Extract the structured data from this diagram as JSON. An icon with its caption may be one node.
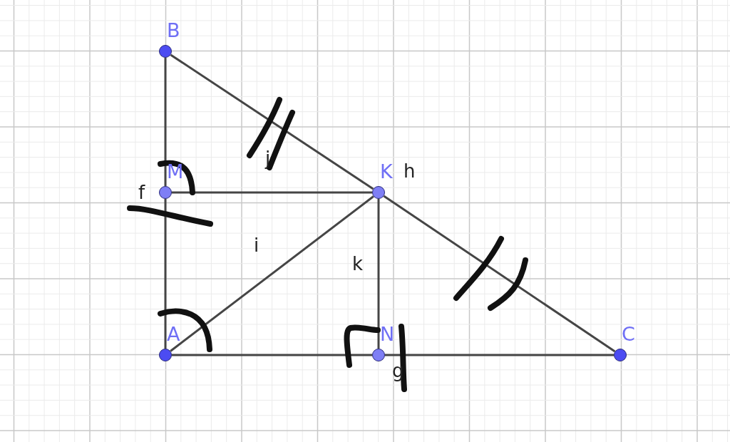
{
  "diagram": {
    "nodes": [
      {
        "text": [
          "B"
        ]
      },
      {
        "text": [
          "M"
        ]
      },
      {
        "text": [
          "K"
        ]
      },
      {
        "text": [
          "A"
        ]
      },
      {
        "text": [
          "N"
        ]
      },
      {
        "text": [
          "C"
        ]
      }
    ],
    "edges": [
      {
        "from": 0,
        "to": 1,
        "arrow": "none"
      },
      {
        "from": 1,
        "to": 3,
        "arrow": "none"
      },
      {
        "from": 0,
        "to": 2,
        "arrow": "none"
      },
      {
        "from": 2,
        "to": 5,
        "arrow": "none"
      },
      {
        "from": 1,
        "to": 2,
        "arrow": "none"
      },
      {
        "from": 3,
        "to": 2,
        "arrow": "none"
      },
      {
        "from": 2,
        "to": 4,
        "arrow": "none"
      },
      {
        "from": 3,
        "to": 4,
        "arrow": "none"
      },
      {
        "from": 4,
        "to": 5,
        "arrow": "none"
      }
    ],
    "labels": [
      "j",
      "h",
      "f",
      "i",
      "k",
      "g"
    ]
  }
}
